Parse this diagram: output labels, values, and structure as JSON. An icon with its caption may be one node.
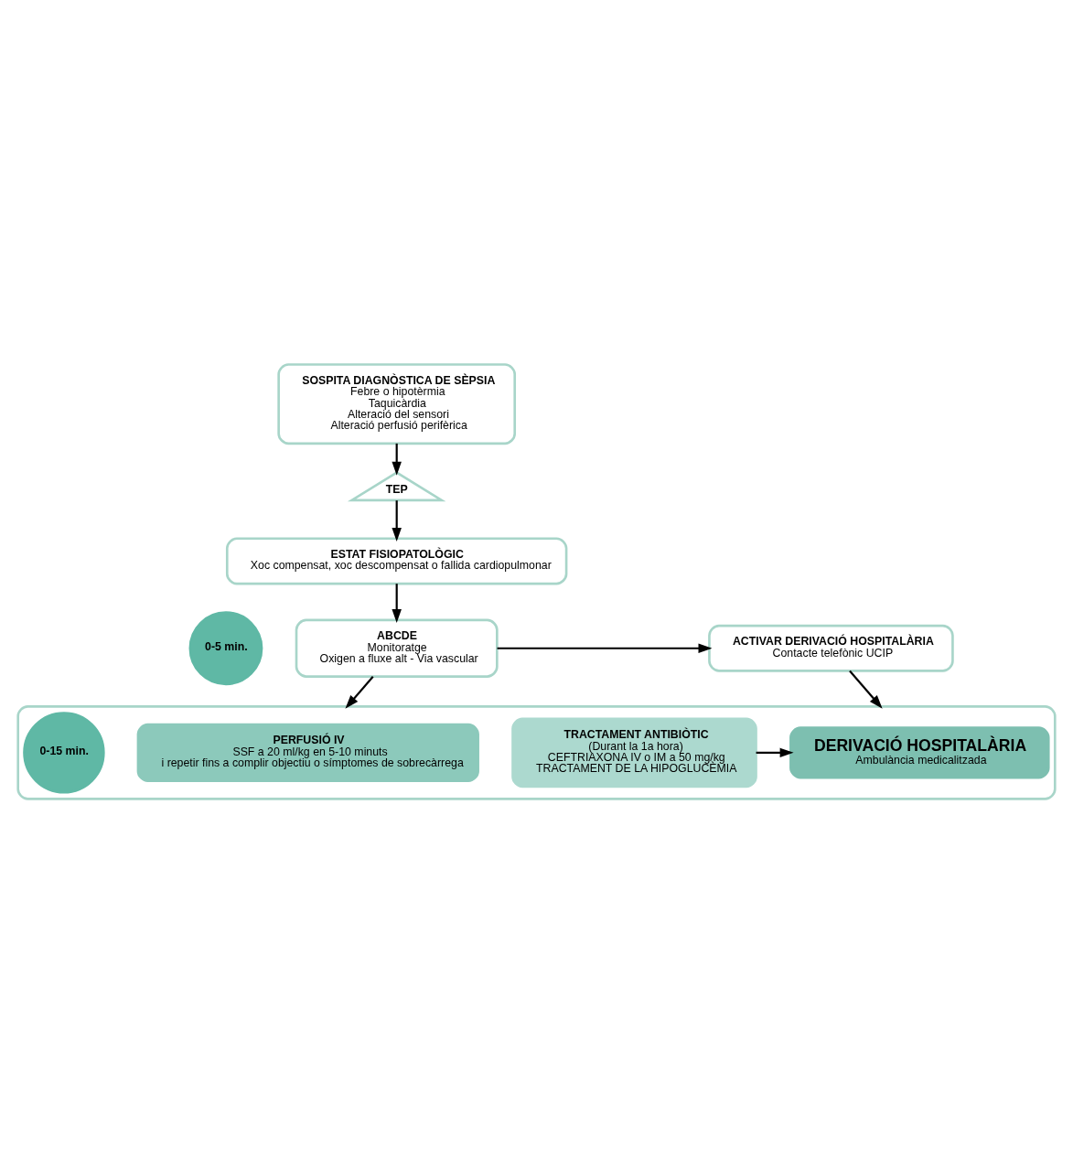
{
  "diagram": {
    "nodes": [
      {
        "text": [
          "SOSPITA DIAGNÒSTICA DE SÈPSIA",
          "Febre o hipotèrmia",
          "Taquicàrdia",
          "Alteració del sensori",
          "Alteració perfusió perifèrica"
        ]
      },
      {
        "text": [
          "TEP"
        ]
      },
      {
        "text": [
          "ESTAT FISIOPATOLÒGIC",
          "Xoc compensat, xoc descompensat o fallida cardiopulmonar"
        ]
      },
      {
        "text": [
          "0-5 min."
        ]
      },
      {
        "text": [
          "ABCDE",
          "Monitoratge",
          "Oxigen a fluxe alt - Via vascular"
        ]
      },
      {
        "text": [
          "ACTIVAR DERIVACIÓ HOSPITALÀRIA",
          "Contacte telefònic UCIP"
        ]
      },
      {
        "text": [],
        "shape": "box"
      },
      {
        "text": [
          "0-15 min."
        ],
        "in": 6
      },
      {
        "text": [
          "PERFUSIÓ IV",
          "SSF a 20 ml/kg en 5-10 minuts",
          "i repetir fins a complir objectiu o símptomes de sobrecàrrega"
        ],
        "in": 6
      },
      {
        "text": [
          "TRACTAMENT ANTIBIÒTIC",
          "(Durant la 1a hora)",
          "CEFTRIAXONA IV o IM a 50 mg/kg",
          "TRACTAMENT DE LA HIPOGLUCÈMIA"
        ],
        "in": 6
      },
      {
        "text": [
          "DERIVACIÓ HOSPITALÀRIA",
          "Ambulància medicalitzada"
        ],
        "in": 6
      }
    ],
    "edges": [
      {
        "from": 0,
        "to": 1,
        "arrow": "to"
      },
      {
        "from": 1,
        "to": 2,
        "arrow": "to"
      },
      {
        "from": 2,
        "to": 4,
        "arrow": "to"
      },
      {
        "from": 4,
        "to": 5,
        "arrow": "to"
      },
      {
        "from": 4,
        "to": 6,
        "arrow": "to"
      },
      {
        "from": 5,
        "to": 6,
        "arrow": "to"
      },
      {
        "from": 9,
        "to": 10,
        "arrow": "to"
      }
    ]
  }
}
